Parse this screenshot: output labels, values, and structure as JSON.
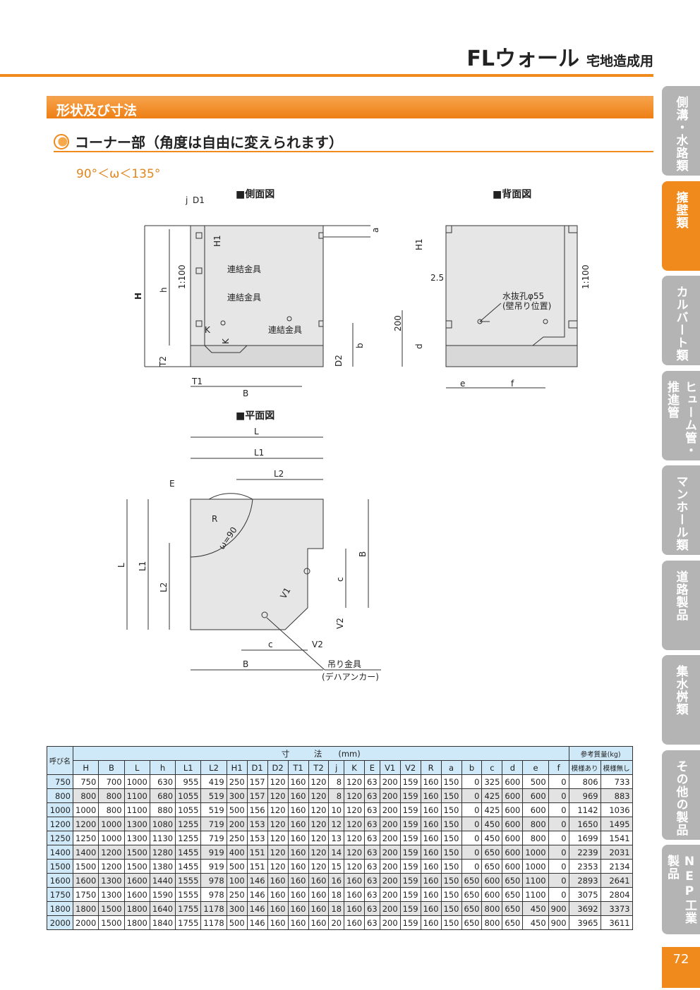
{
  "header": {
    "title": "FLウォール",
    "subtitle": "宅地造成用"
  },
  "section": {
    "title": "形状及び寸法",
    "subheading": "コーナー部（角度は自由に変えられます）",
    "angle_range": "90°＜ω＜135°"
  },
  "side_tabs": [
    {
      "label": "側溝・水路類",
      "active": false
    },
    {
      "label": "擁壁類",
      "active": true
    },
    {
      "label": "カルバート類",
      "active": false
    },
    {
      "label": "ヒューム管・推進管",
      "active": false
    },
    {
      "label": "マンホール類",
      "active": false
    },
    {
      "label": "道路製品",
      "active": false
    },
    {
      "label": "集水桝類",
      "active": false
    },
    {
      "label": "その他の製品",
      "active": false
    },
    {
      "label": "NEP工業製品",
      "active": false
    }
  ],
  "page_number": "72",
  "accent_color": "#f08a1c",
  "drawings": {
    "side": {
      "title": "■側面図",
      "labels": {
        "j": "j",
        "D1": "D1",
        "H": "H",
        "h": "h",
        "H1": "H1",
        "a": "a",
        "b": "b",
        "T2": "T2",
        "D2": "D2",
        "T1": "T1",
        "B": "B",
        "K1": "K",
        "K2": "K",
        "slope": "1:100",
        "conn1": "連結金具",
        "conn2": "連結金具",
        "conn3": "連結金具"
      }
    },
    "back": {
      "title": "■背面図",
      "labels": {
        "H1": "H1",
        "dim25": "2.5",
        "dim200": "200",
        "d": "d",
        "e": "e",
        "f": "f",
        "slope": "1:100",
        "hole": "水抜孔φ55",
        "hole_note": "(壁吊り位置)"
      }
    },
    "plan": {
      "title": "■平面図",
      "labels": {
        "L": "L",
        "L1": "L1",
        "L2": "L2",
        "E": "E",
        "R": "R",
        "omega": "ω=90",
        "Lv": "L",
        "L1v": "L1",
        "L2v": "L2",
        "B": "B",
        "c": "c",
        "V1": "V1",
        "V2": "V2",
        "c2": "c",
        "V2b": "V2",
        "B2": "B",
        "anchor": "吊り金具",
        "anchor_note": "(デハアンカー)"
      }
    }
  },
  "table": {
    "name_header": "呼び名",
    "dim_header": "寸　　　法　　(mm)",
    "weight_header": "参考質量(kg)",
    "columns": [
      "H",
      "B",
      "L",
      "h",
      "L1",
      "L2",
      "H1",
      "D1",
      "D2",
      "T1",
      "T2",
      "j",
      "K",
      "E",
      "V1",
      "V2",
      "R",
      "a",
      "b",
      "c",
      "d",
      "e",
      "f",
      "模様あり",
      "模様無し"
    ],
    "rows": [
      [
        "750",
        "750",
        "700",
        "1000",
        "630",
        "955",
        "419",
        "250",
        "157",
        "120",
        "160",
        "120",
        "8",
        "120",
        "63",
        "200",
        "159",
        "160",
        "150",
        "0",
        "325",
        "600",
        "500",
        "0",
        "806",
        "733"
      ],
      [
        "800",
        "800",
        "800",
        "1100",
        "680",
        "1055",
        "519",
        "300",
        "157",
        "120",
        "160",
        "120",
        "8",
        "120",
        "63",
        "200",
        "159",
        "160",
        "150",
        "0",
        "425",
        "600",
        "600",
        "0",
        "969",
        "883"
      ],
      [
        "1000",
        "1000",
        "800",
        "1100",
        "880",
        "1055",
        "519",
        "500",
        "156",
        "120",
        "160",
        "120",
        "10",
        "120",
        "63",
        "200",
        "159",
        "160",
        "150",
        "0",
        "425",
        "600",
        "600",
        "0",
        "1142",
        "1036"
      ],
      [
        "1200",
        "1200",
        "1000",
        "1300",
        "1080",
        "1255",
        "719",
        "200",
        "153",
        "120",
        "160",
        "120",
        "12",
        "120",
        "63",
        "200",
        "159",
        "160",
        "150",
        "0",
        "450",
        "600",
        "800",
        "0",
        "1650",
        "1495"
      ],
      [
        "1250",
        "1250",
        "1000",
        "1300",
        "1130",
        "1255",
        "719",
        "250",
        "153",
        "120",
        "160",
        "120",
        "13",
        "120",
        "63",
        "200",
        "159",
        "160",
        "150",
        "0",
        "450",
        "600",
        "800",
        "0",
        "1699",
        "1541"
      ],
      [
        "1400",
        "1400",
        "1200",
        "1500",
        "1280",
        "1455",
        "919",
        "400",
        "151",
        "120",
        "160",
        "120",
        "14",
        "120",
        "63",
        "200",
        "159",
        "160",
        "150",
        "0",
        "650",
        "600",
        "1000",
        "0",
        "2239",
        "2031"
      ],
      [
        "1500",
        "1500",
        "1200",
        "1500",
        "1380",
        "1455",
        "919",
        "500",
        "151",
        "120",
        "160",
        "120",
        "15",
        "120",
        "63",
        "200",
        "159",
        "160",
        "150",
        "0",
        "650",
        "600",
        "1000",
        "0",
        "2353",
        "2134"
      ],
      [
        "1600",
        "1600",
        "1300",
        "1600",
        "1440",
        "1555",
        "978",
        "100",
        "146",
        "160",
        "160",
        "160",
        "16",
        "160",
        "63",
        "200",
        "159",
        "160",
        "150",
        "650",
        "600",
        "650",
        "1100",
        "0",
        "2893",
        "2641"
      ],
      [
        "1750",
        "1750",
        "1300",
        "1600",
        "1590",
        "1555",
        "978",
        "250",
        "146",
        "160",
        "160",
        "160",
        "18",
        "160",
        "63",
        "200",
        "159",
        "160",
        "150",
        "650",
        "600",
        "650",
        "1100",
        "0",
        "3075",
        "2804"
      ],
      [
        "1800",
        "1800",
        "1500",
        "1800",
        "1640",
        "1755",
        "1178",
        "300",
        "146",
        "160",
        "160",
        "160",
        "18",
        "160",
        "63",
        "200",
        "159",
        "160",
        "150",
        "650",
        "800",
        "650",
        "450",
        "900",
        "3692",
        "3373"
      ],
      [
        "2000",
        "2000",
        "1500",
        "1800",
        "1840",
        "1755",
        "1178",
        "500",
        "146",
        "160",
        "160",
        "160",
        "20",
        "160",
        "63",
        "200",
        "159",
        "160",
        "150",
        "650",
        "800",
        "650",
        "450",
        "900",
        "3965",
        "3611"
      ]
    ]
  }
}
